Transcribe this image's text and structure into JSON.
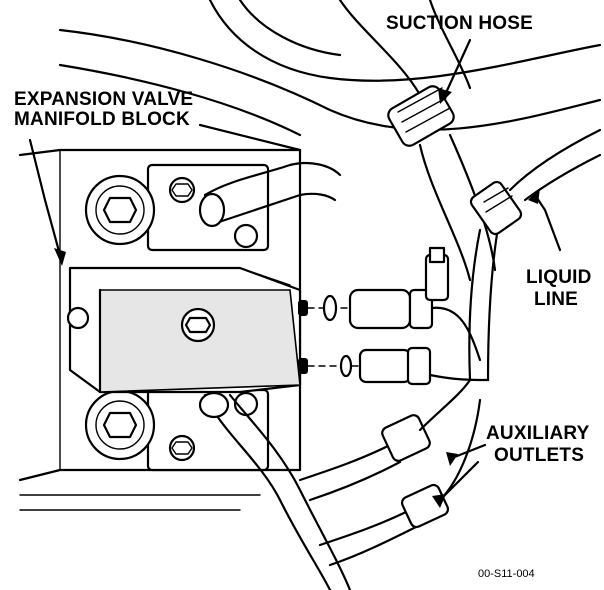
{
  "diagram": {
    "labels": {
      "expansion_valve_line1": "EXPANSION VALVE",
      "expansion_valve_line2": "MANIFOLD BLOCK",
      "suction_hose": "SUCTION HOSE",
      "liquid_line_1": "LIQUID",
      "liquid_line_2": "LINE",
      "auxiliary_1": "AUXILIARY",
      "auxiliary_2": "OUTLETS"
    },
    "figure_id": "00-S11-004"
  }
}
